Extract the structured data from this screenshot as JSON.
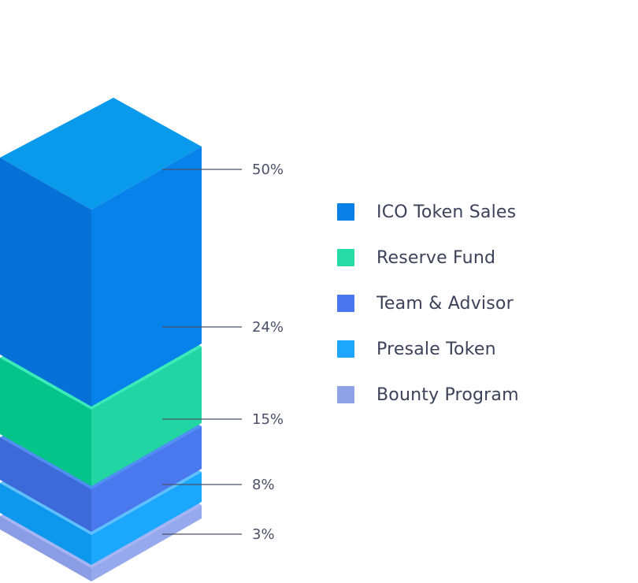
{
  "chart_data": {
    "type": "stacked-isometric-bar",
    "title": "",
    "series": [
      {
        "name": "ICO Token Sales",
        "value": 50,
        "label": "50%",
        "colors": {
          "top": "#0a9aec",
          "left": "#0671d6",
          "right": "#0782ea",
          "swatch": "#0880e6"
        }
      },
      {
        "name": "Reserve Fund",
        "value": 24,
        "label": "24%",
        "colors": {
          "top": "#39ecb8",
          "left": "#04c48a",
          "right": "#22d6a3",
          "swatch": "#27dba6"
        }
      },
      {
        "name": "Team & Advisor",
        "value": 15,
        "label": "15%",
        "colors": {
          "top": "#4e8ff2",
          "left": "#3e69d8",
          "right": "#4a78ef",
          "swatch": "#4976ee"
        }
      },
      {
        "name": "Presale Token",
        "value": 8,
        "label": "8%",
        "colors": {
          "top": "#5fc0ff",
          "left": "#0d98ee",
          "right": "#1ba8fc",
          "swatch": "#1ea6fb"
        }
      },
      {
        "name": "Bounty Program",
        "value": 3,
        "label": "3%",
        "colors": {
          "top": "#a5b4f2",
          "left": "#8a9de4",
          "right": "#97a9ee",
          "swatch": "#8fa2e6"
        }
      }
    ],
    "legend_position": "right"
  }
}
